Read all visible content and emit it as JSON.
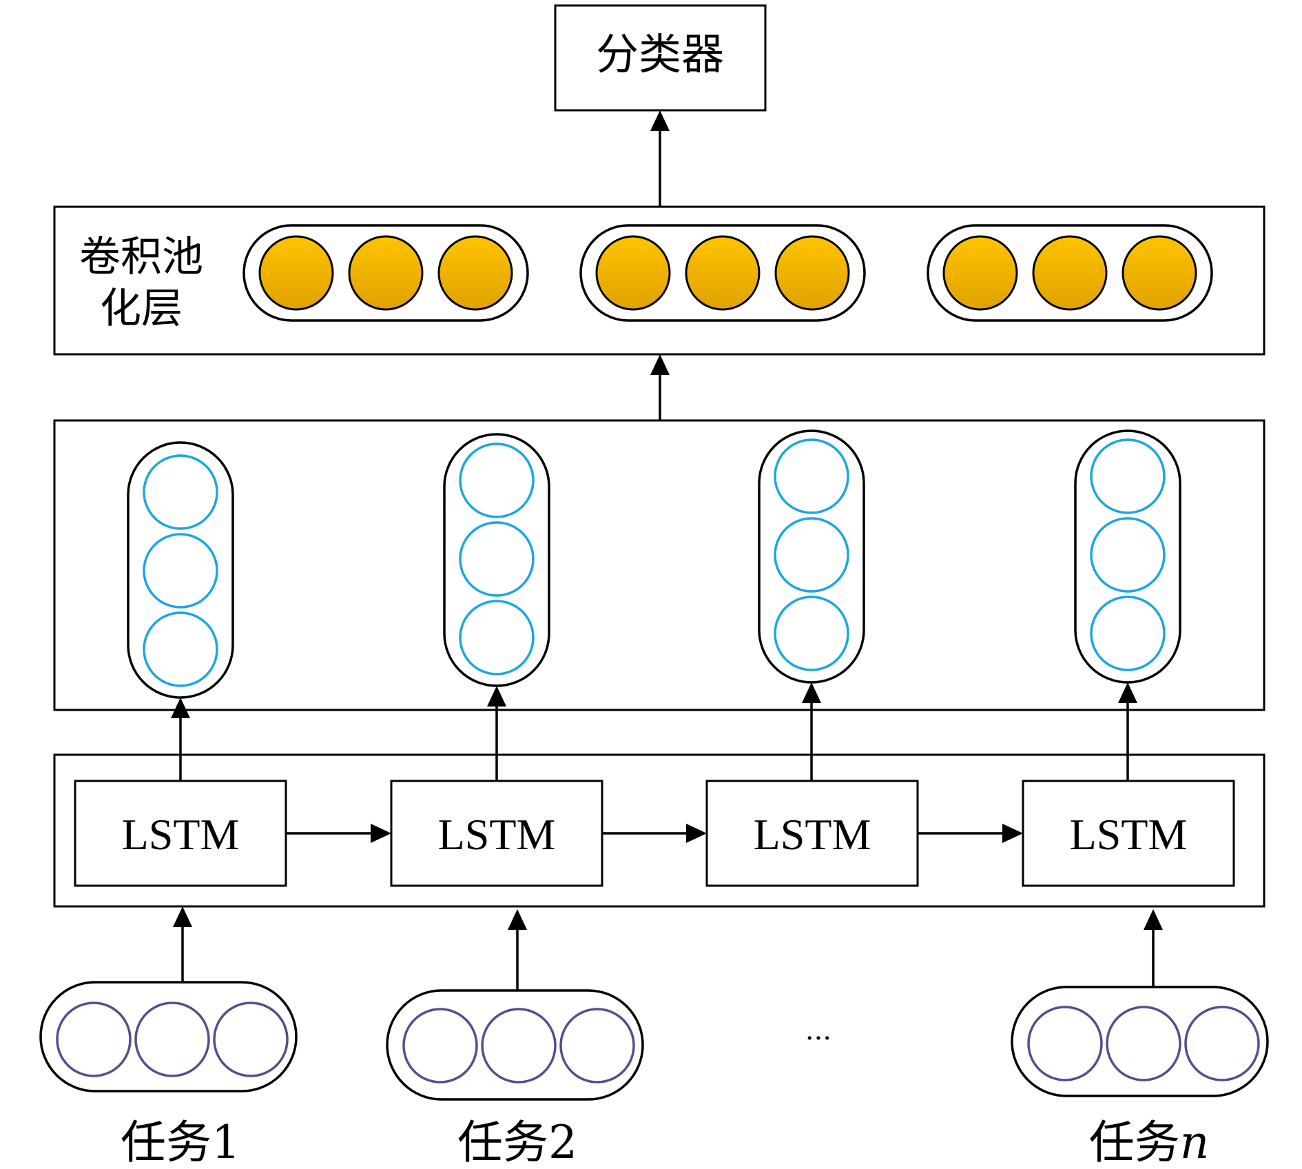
{
  "classifier": {
    "label": "分类器"
  },
  "conv_pool_layer": {
    "label_line1": "卷积池",
    "label_line2": "化层"
  },
  "lstm_cells": [
    {
      "label": "LSTM"
    },
    {
      "label": "LSTM"
    },
    {
      "label": "LSTM"
    },
    {
      "label": "LSTM"
    }
  ],
  "tasks": [
    {
      "prefix": "任务",
      "suffix": "1"
    },
    {
      "prefix": "任务",
      "suffix": "2"
    },
    {
      "prefix": "任务",
      "suffix": "n"
    }
  ],
  "ellipsis": "···",
  "colors": {
    "orange_node_top": "#ffc300",
    "orange_node_bottom": "#e0a200",
    "blue_node_stroke": "#1aa7e0",
    "purple_node_stroke": "#5d4a8c"
  }
}
